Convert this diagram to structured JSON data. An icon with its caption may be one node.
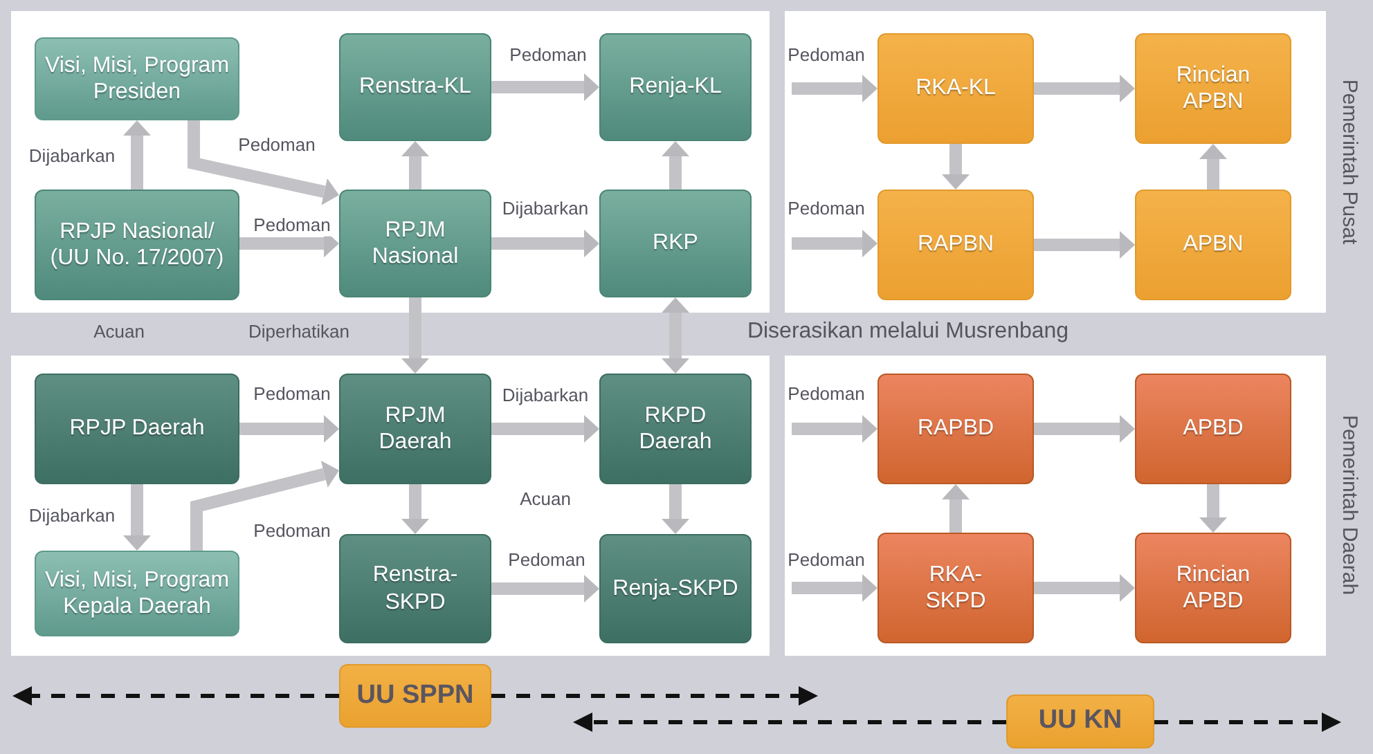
{
  "diagram": {
    "nodes": [
      {
        "text": [
          "Visi, Misi, Program Presiden"
        ]
      },
      {
        "text": [
          "Renstra-KL"
        ]
      },
      {
        "text": [
          "Renja-KL"
        ]
      },
      {
        "text": [
          "RPJP Nasional/ (UU No. 17/2007)"
        ]
      },
      {
        "text": [
          "RPJM Nasional"
        ]
      },
      {
        "text": [
          "RKP"
        ]
      },
      {
        "text": [
          "RKA-KL"
        ]
      },
      {
        "text": [
          "Rincian APBN"
        ]
      },
      {
        "text": [
          "RAPBN"
        ]
      },
      {
        "text": [
          "APBN"
        ]
      },
      {
        "text": [
          "RPJP Daerah"
        ]
      },
      {
        "text": [
          "RPJM Daerah"
        ]
      },
      {
        "text": [
          "RKPD Daerah"
        ]
      },
      {
        "text": [
          "Visi, Misi, Program Kepala Daerah"
        ]
      },
      {
        "text": [
          "Renstra-SKPD"
        ]
      },
      {
        "text": [
          "Renja-SKPD"
        ]
      },
      {
        "text": [
          "RAPBD"
        ]
      },
      {
        "text": [
          "APBD"
        ]
      },
      {
        "text": [
          "RKA-SKPD"
        ]
      },
      {
        "text": [
          "Rincian APBD"
        ]
      },
      {
        "text": [
          "UU SPPN"
        ]
      },
      {
        "text": [
          "UU KN"
        ]
      }
    ],
    "edges": [
      {
        "from": 3,
        "to": 0,
        "arrow": "to",
        "label": "Dijabarkan"
      },
      {
        "from": 0,
        "to": 4,
        "arrow": "to",
        "label": "Pedoman"
      },
      {
        "from": 3,
        "to": 4,
        "arrow": "to",
        "label": "Pedoman"
      },
      {
        "from": 4,
        "to": 1,
        "arrow": "to"
      },
      {
        "from": 1,
        "to": 2,
        "arrow": "to",
        "label": "Pedoman"
      },
      {
        "from": 4,
        "to": 5,
        "arrow": "to",
        "label": "Dijabarkan"
      },
      {
        "from": 5,
        "to": 2,
        "arrow": "to"
      },
      {
        "from": null,
        "to": 6,
        "arrow": "to",
        "label": "Pedoman"
      },
      {
        "from": 6,
        "to": 7,
        "arrow": "to"
      },
      {
        "from": 6,
        "to": 8,
        "arrow": "to"
      },
      {
        "from": null,
        "to": 8,
        "arrow": "to",
        "label": "Pedoman"
      },
      {
        "from": 8,
        "to": 9,
        "arrow": "to"
      },
      {
        "from": 9,
        "to": 7,
        "arrow": "to"
      },
      {
        "from": 10,
        "to": 11,
        "arrow": "to",
        "label": "Pedoman"
      },
      {
        "from": 10,
        "to": 13,
        "arrow": "to",
        "label": "Dijabarkan"
      },
      {
        "from": 13,
        "to": 11,
        "arrow": "to",
        "label": "Pedoman"
      },
      {
        "from": 11,
        "to": 12,
        "arrow": "to",
        "label": "Dijabarkan"
      },
      {
        "from": 4,
        "to": 11,
        "arrow": "to",
        "label": "Diperhatikan"
      },
      {
        "from": 12,
        "to": 5,
        "arrow": "both"
      },
      {
        "from": 11,
        "to": 14,
        "arrow": "to"
      },
      {
        "from": 12,
        "to": 15,
        "arrow": "to"
      },
      {
        "from": 14,
        "to": 15,
        "arrow": "to",
        "label": "Pedoman"
      },
      {
        "from": null,
        "to": 16,
        "arrow": "to",
        "label": "Pedoman"
      },
      {
        "from": 16,
        "to": 17,
        "arrow": "to"
      },
      {
        "from": 17,
        "to": 19,
        "arrow": "to"
      },
      {
        "from": 18,
        "to": 16,
        "arrow": "to"
      },
      {
        "from": null,
        "to": 18,
        "arrow": "to",
        "label": "Pedoman"
      },
      {
        "from": 18,
        "to": 19,
        "arrow": "to"
      },
      {
        "from": 20,
        "to": null,
        "arrow": "to",
        "style": "dashed",
        "color": "#111111"
      },
      {
        "from": 20,
        "to": null,
        "arrow": "to",
        "style": "dashed",
        "color": "#111111"
      },
      {
        "from": 21,
        "to": null,
        "arrow": "to",
        "style": "dashed",
        "color": "#111111"
      },
      {
        "from": 21,
        "to": null,
        "arrow": "to",
        "style": "dashed",
        "color": "#111111"
      }
    ],
    "labels": [
      "Acuan",
      "Diserasikan melalui Musrenbang",
      "Acuan",
      "Pemerintah Pusat",
      "Pemerintah Daerah"
    ]
  }
}
